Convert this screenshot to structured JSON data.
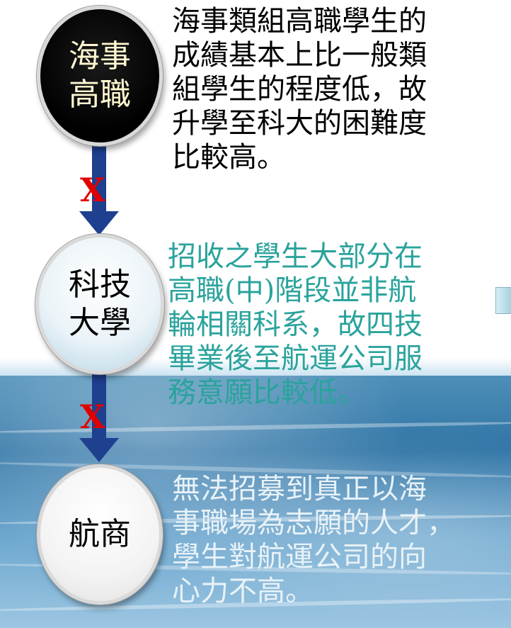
{
  "nodes": [
    {
      "line1": "海事",
      "line2": "高職"
    },
    {
      "line1": "科技",
      "line2": "大學"
    },
    {
      "line1": "航商"
    }
  ],
  "descriptions": [
    {
      "lines": [
        "海事類組高職學生的",
        "成績基本上比一般類",
        "組學生的程度低，故",
        "升學至科大的困難度",
        "比較高。"
      ],
      "color": "#000000"
    },
    {
      "lines": [
        "招收之學生大部分在",
        "高職(中)階段並非航",
        "輪相關科系，故四技",
        "畢業後至航運公司服",
        "務意願比較低。"
      ],
      "color": "#2aa39c"
    },
    {
      "lines": [
        "無法招募到真正以海",
        "事職場為志願的人才，",
        "學生對航運公司的向",
        "心力不高。"
      ],
      "color": "#e8f2f7"
    }
  ],
  "connectors": [
    {
      "mark": "X"
    },
    {
      "mark": "X"
    }
  ],
  "colors": {
    "arrow": "#1f3f8f",
    "x_mark": "#e00000",
    "node1_text": "#fff7d0"
  }
}
